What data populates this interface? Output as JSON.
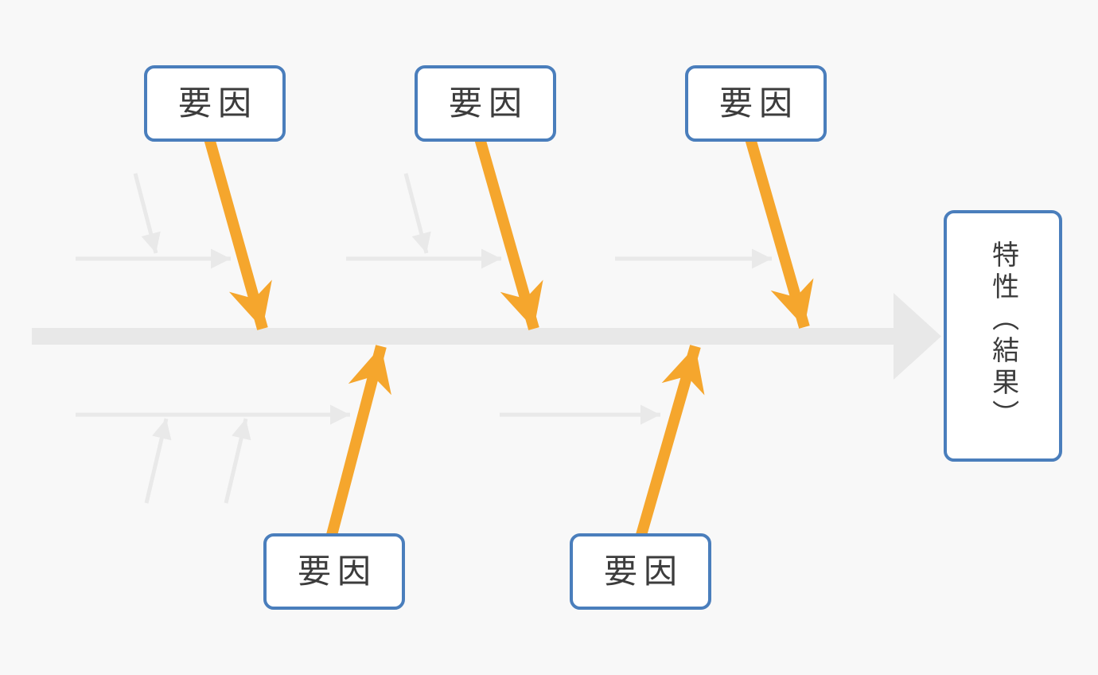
{
  "diagram": {
    "type": "fishbone-cause-and-effect",
    "background_color": "#f8f8f8",
    "colors": {
      "arrow_orange": "#f5a62d",
      "box_border_blue": "#4a7ebc",
      "box_fill": "#ffffff",
      "spine_gray": "#e8e8e8",
      "branch_gray": "#e9e9e9",
      "label_text": "#3c3c3c"
    },
    "cause_labels": {
      "top_1": "要因",
      "top_2": "要因",
      "top_3": "要因",
      "bottom_1": "要因",
      "bottom_2": "要因"
    },
    "effect_label": "特性（結果）"
  }
}
